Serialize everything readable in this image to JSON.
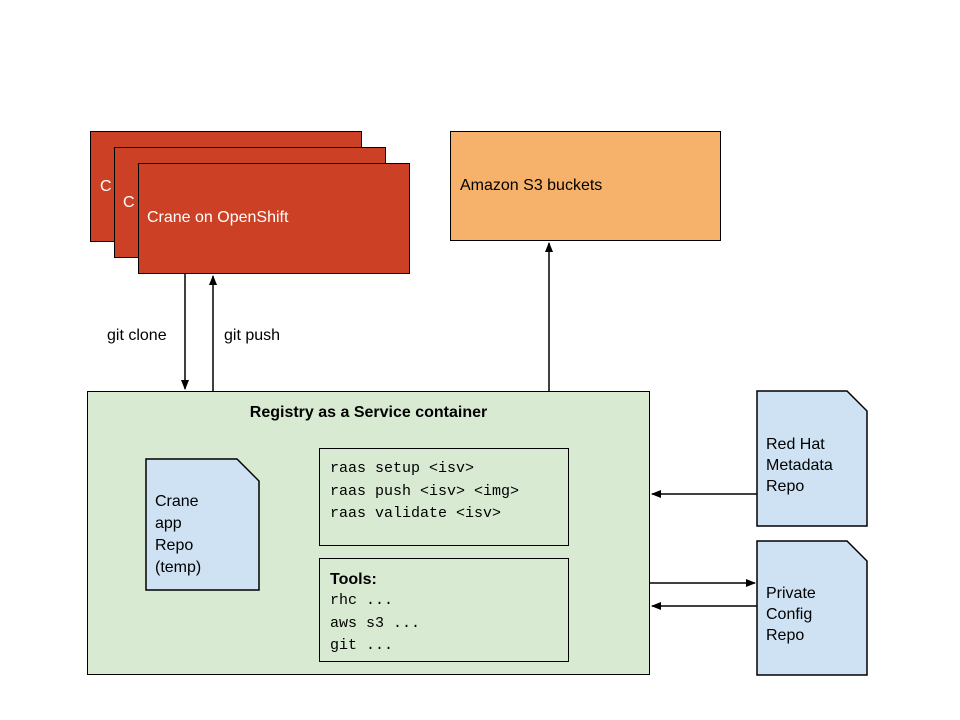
{
  "crane_stack": {
    "back_label_fragment": "C",
    "middle_label_fragment": "C",
    "front_label": "Crane on OpenShift"
  },
  "s3": {
    "label": "Amazon S3 buckets"
  },
  "edges": {
    "git_clone": "git clone",
    "git_push": "git push"
  },
  "raas": {
    "title": "Registry as a Service container",
    "commands": [
      "raas setup <isv>",
      "raas push <isv> <img>",
      "raas validate <isv>"
    ],
    "tools_title": "Tools:",
    "tools": [
      "rhc ...",
      "aws s3 ...",
      "git ..."
    ]
  },
  "docs": {
    "crane_repo": [
      "Crane",
      "app",
      "Repo",
      "(temp)"
    ],
    "redhat_repo": [
      "Red Hat",
      "Metadata",
      "Repo"
    ],
    "private_repo": [
      "Private",
      "Config",
      "Repo"
    ]
  },
  "colors": {
    "crane_red": "#cc4125",
    "s3_orange": "#f6b26b",
    "container_green": "#d9ead3",
    "doc_blue": "#cfe2f3"
  }
}
